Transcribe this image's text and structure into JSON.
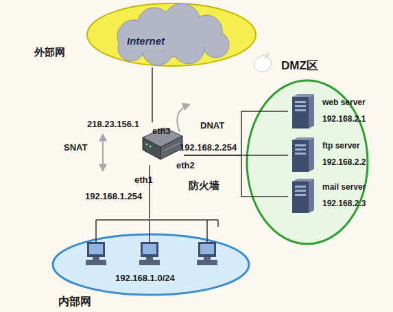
{
  "diagram": {
    "nodes": [
      {
        "text": [
          "Internet",
          "外部网"
        ]
      },
      {
        "text": [
          "防火墙"
        ]
      },
      {
        "text": [
          "DMZ区"
        ]
      },
      {
        "text": [
          "web server",
          "192.168.2.1"
        ],
        "in": 2
      },
      {
        "text": [
          "ftp server",
          "192.168.2.2"
        ],
        "in": 2
      },
      {
        "text": [
          "mail server",
          "192.168.2.3"
        ],
        "in": 2
      },
      {
        "text": [
          "192.168.1.0/24",
          "内部网"
        ]
      }
    ],
    "edges": [
      {
        "from": 0,
        "to": 1,
        "arrow": "none"
      },
      {
        "from": 1,
        "to": 3,
        "arrow": "none"
      },
      {
        "from": 1,
        "to": 4,
        "arrow": "none"
      },
      {
        "from": 1,
        "to": 5,
        "arrow": "none"
      },
      {
        "from": 1,
        "to": 6,
        "arrow": "none"
      }
    ],
    "labels": [
      "218.23.156.1",
      "eth3",
      "DNAT",
      "SNAT",
      "192.168.2.254",
      "eth2",
      "eth1",
      "192.168.1.254"
    ]
  }
}
